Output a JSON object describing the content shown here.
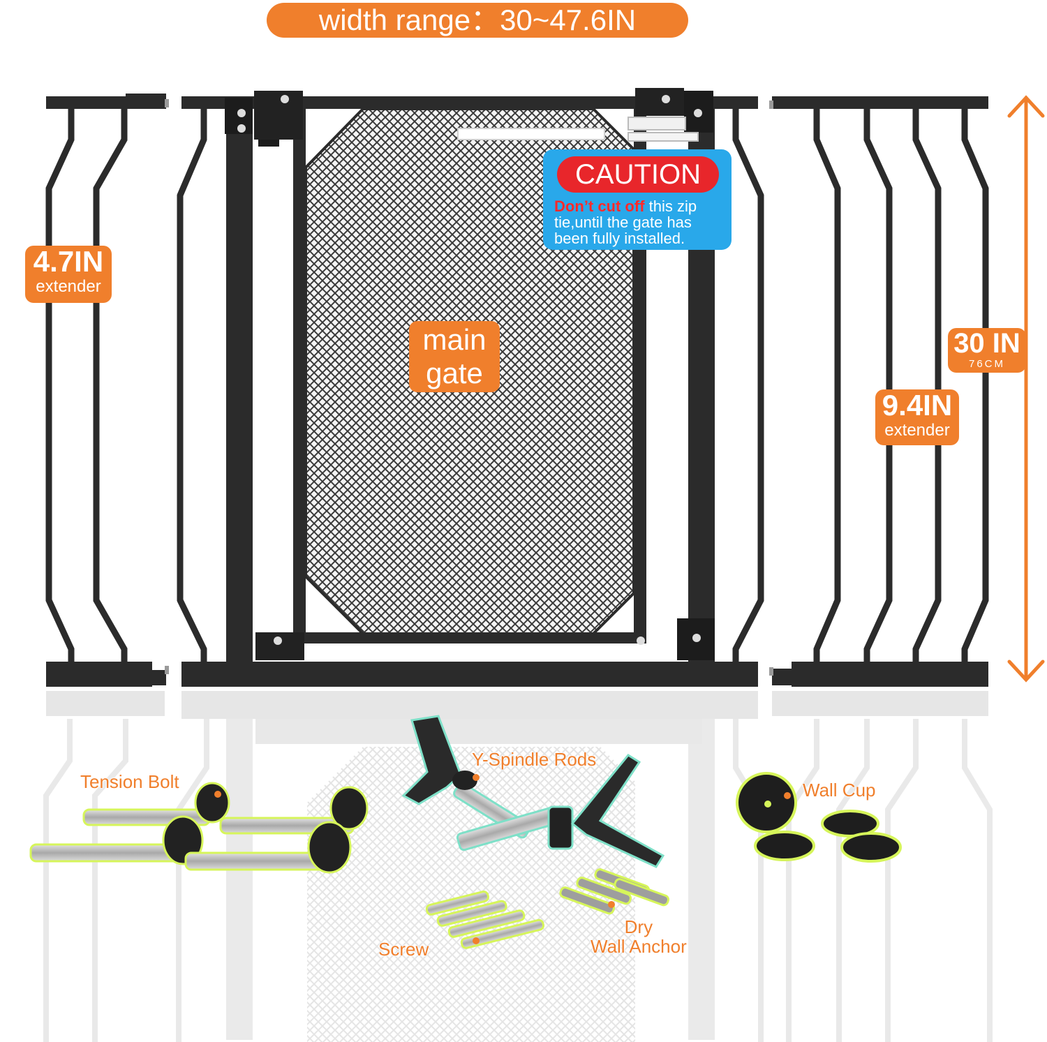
{
  "theme": {
    "accent": "#f07f2c",
    "frame": "#2b2b2b",
    "caution_bg": "#29a8ea",
    "caution_red": "#e8262b",
    "glow": "#d6f55a",
    "mint": "#7ee0c8"
  },
  "banner": {
    "label": "width range",
    "separator": "：",
    "value": "30~47.6IN"
  },
  "left_extender": {
    "size": "4.7IN",
    "label": "extender"
  },
  "right_extender": {
    "size": "9.4IN",
    "label": "extender"
  },
  "main_gate": {
    "line1": "main",
    "line2": "gate"
  },
  "height": {
    "inches": "30 IN",
    "cm": "76CM"
  },
  "caution": {
    "title": "CAUTION",
    "warning": "Don’t  cut off",
    "line1_rest": " this zip",
    "line2": "tie,until the gate has",
    "line3": "been fully installed."
  },
  "parts": {
    "tension_bolt": "Tension Bolt",
    "spindle_rods": "Y-Spindle Rods",
    "wall_cup": "Wall Cup",
    "screw": "Screw",
    "anchor_line1": "Dry",
    "anchor_line2": "Wall Anchor"
  }
}
